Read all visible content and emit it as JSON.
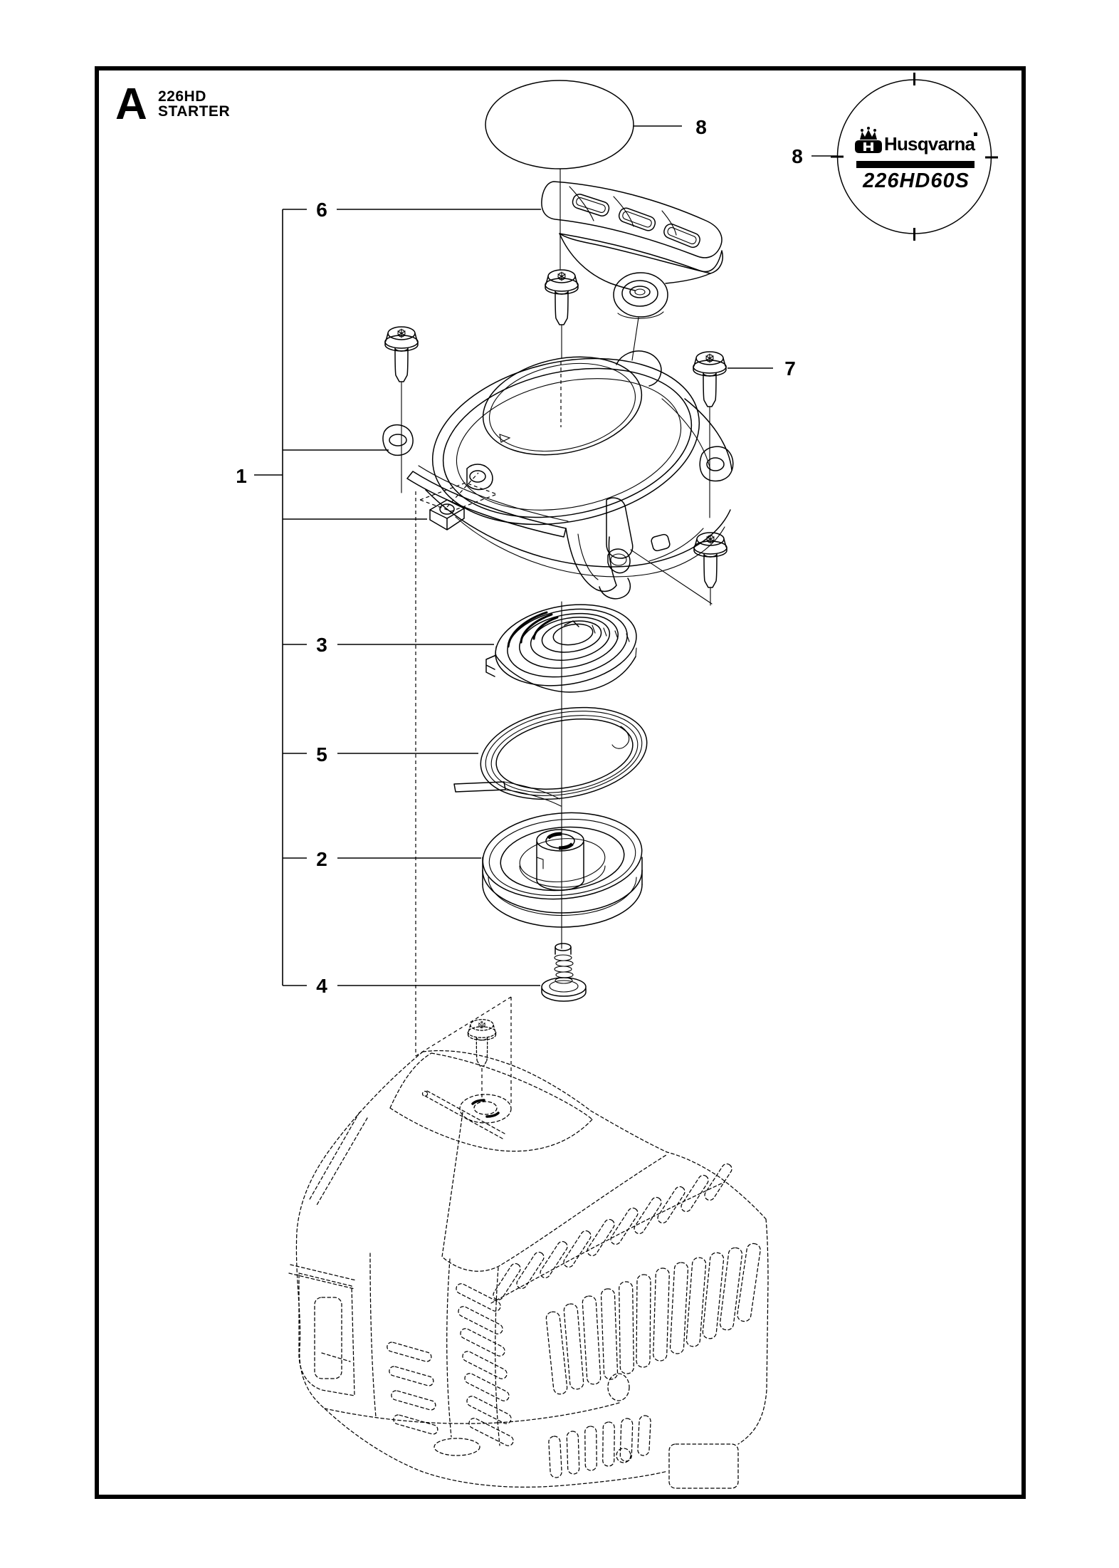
{
  "page": {
    "background": "#ffffff",
    "line_color": "#000000"
  },
  "header": {
    "section_letter": "A",
    "model": "226HD",
    "section_title": "STARTER"
  },
  "badge": {
    "brand": "Husqvarna",
    "model_code": "226HD60S"
  },
  "callouts": {
    "housing": "1",
    "pulley": "2",
    "spring": "3",
    "pulley_screw": "4",
    "rope": "5",
    "handle": "6",
    "screw": "7",
    "decal": "8"
  }
}
